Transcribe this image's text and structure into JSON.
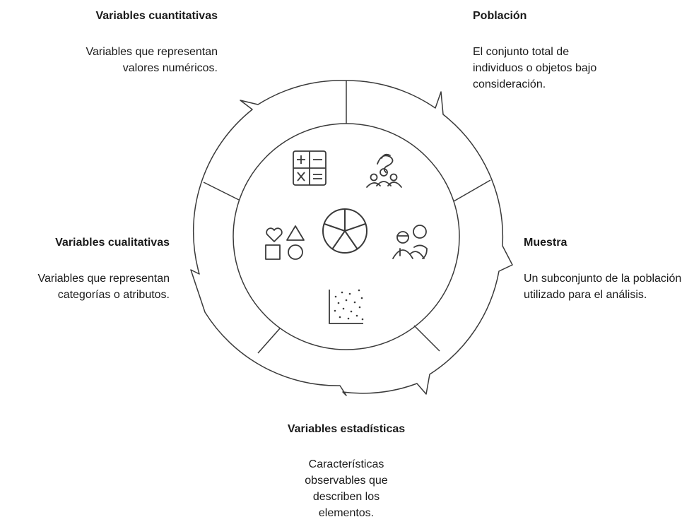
{
  "segments": [
    {
      "id": "poblacion",
      "title": "Población",
      "description": "El conjunto total de individuos o objetos bajo consideración.",
      "icon": "people-group-icon"
    },
    {
      "id": "muestra",
      "title": "Muestra",
      "description": "Un subconjunto de la población utilizado para el análisis.",
      "icon": "sample-people-icon"
    },
    {
      "id": "estadisticas",
      "title": "Variables estadísticas",
      "description": "Características observables que describen los elementos.",
      "icon": "scatter-plot-icon"
    },
    {
      "id": "cualitativas",
      "title": "Variables cualitativas",
      "description": "Variables que representan categorías o atributos.",
      "icon": "shapes-icon"
    },
    {
      "id": "cuantitativas",
      "title": "Variables cuantitativas",
      "description": "Variables que representan valores numéricos.",
      "icon": "calculator-icon"
    }
  ],
  "center_icon": "pie-chart-icon"
}
